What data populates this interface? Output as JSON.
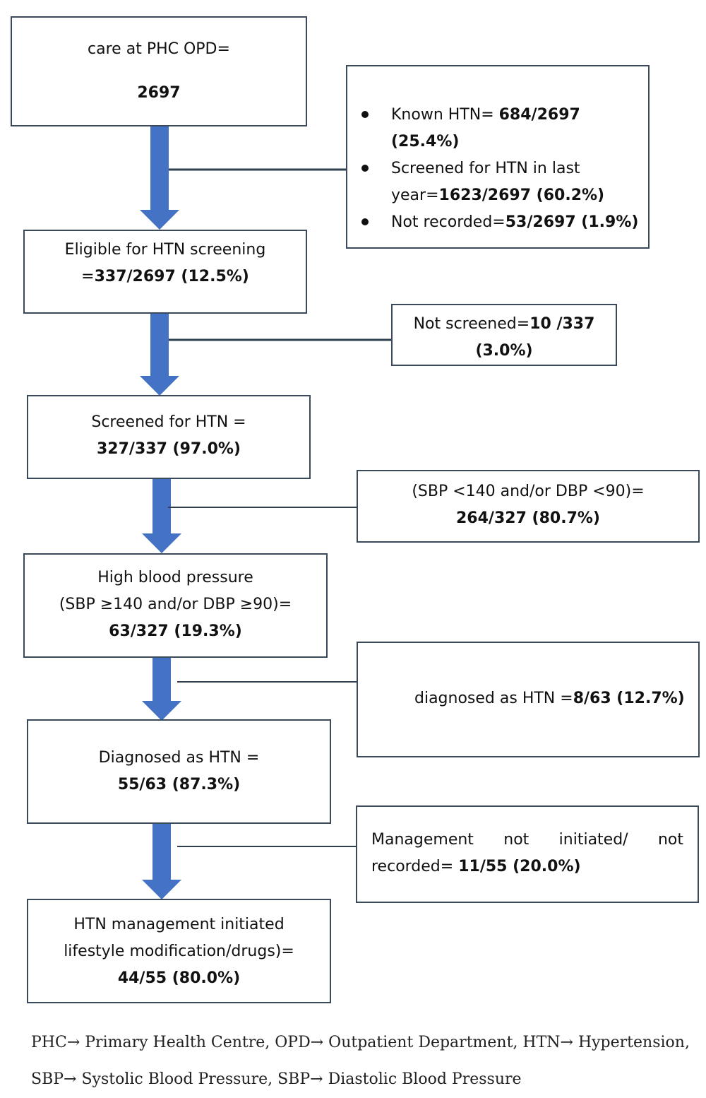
{
  "colors": {
    "arrow": "#4472c4",
    "box_border": "#3a4a5a",
    "connector": "#2f3f4f"
  },
  "boxes": {
    "opd": {
      "label": "care at PHC OPD=",
      "value": "2697"
    },
    "known": {
      "items": [
        {
          "text": "Known HTN= ",
          "value": "684/2697 (25.4%)"
        },
        {
          "text": "Screened for HTN in last year=",
          "value": "1623/2697 (60.2%)"
        },
        {
          "text": "Not recorded=",
          "value": "53/2697 (1.9%)"
        }
      ]
    },
    "eligible": {
      "label": "Eligible for HTN screening",
      "prefix": "=",
      "value": "337/2697 (12.5%)"
    },
    "not_screened": {
      "label": "Not screened=",
      "value": "10 /337",
      "value2": "(3.0%)"
    },
    "screened": {
      "label": "Screened for HTN =",
      "value": "327/337 (97.0%)"
    },
    "normal_bp": {
      "label": "(SBP <140 and/or DBP <90)=",
      "value": "264/327 (80.7%)"
    },
    "high_bp": {
      "label": "High blood pressure",
      "label2": "(SBP ≥140 and/or DBP ≥90)=",
      "value": "63/327 (19.3%)"
    },
    "diag_small": {
      "label": "diagnosed as HTN =",
      "value": "8/63 (12.7%)"
    },
    "diagnosed": {
      "label": "Diagnosed as HTN =",
      "value": "55/63 (87.3%)"
    },
    "not_init": {
      "label_words": [
        "Management",
        "not",
        "initiated/",
        "not"
      ],
      "label2": "recorded= ",
      "value": "11/55 (20.0%)"
    },
    "mgmt": {
      "label": "HTN management initiated",
      "label2": "lifestyle modification/drugs)=",
      "value": "44/55 (80.0%)"
    }
  },
  "footer": {
    "line1": "PHC→ Primary Health Centre, OPD→ Outpatient Department, HTN→ Hypertension,",
    "line2": "SBP→ Systolic Blood Pressure, SBP→ Diastolic Blood Pressure"
  }
}
